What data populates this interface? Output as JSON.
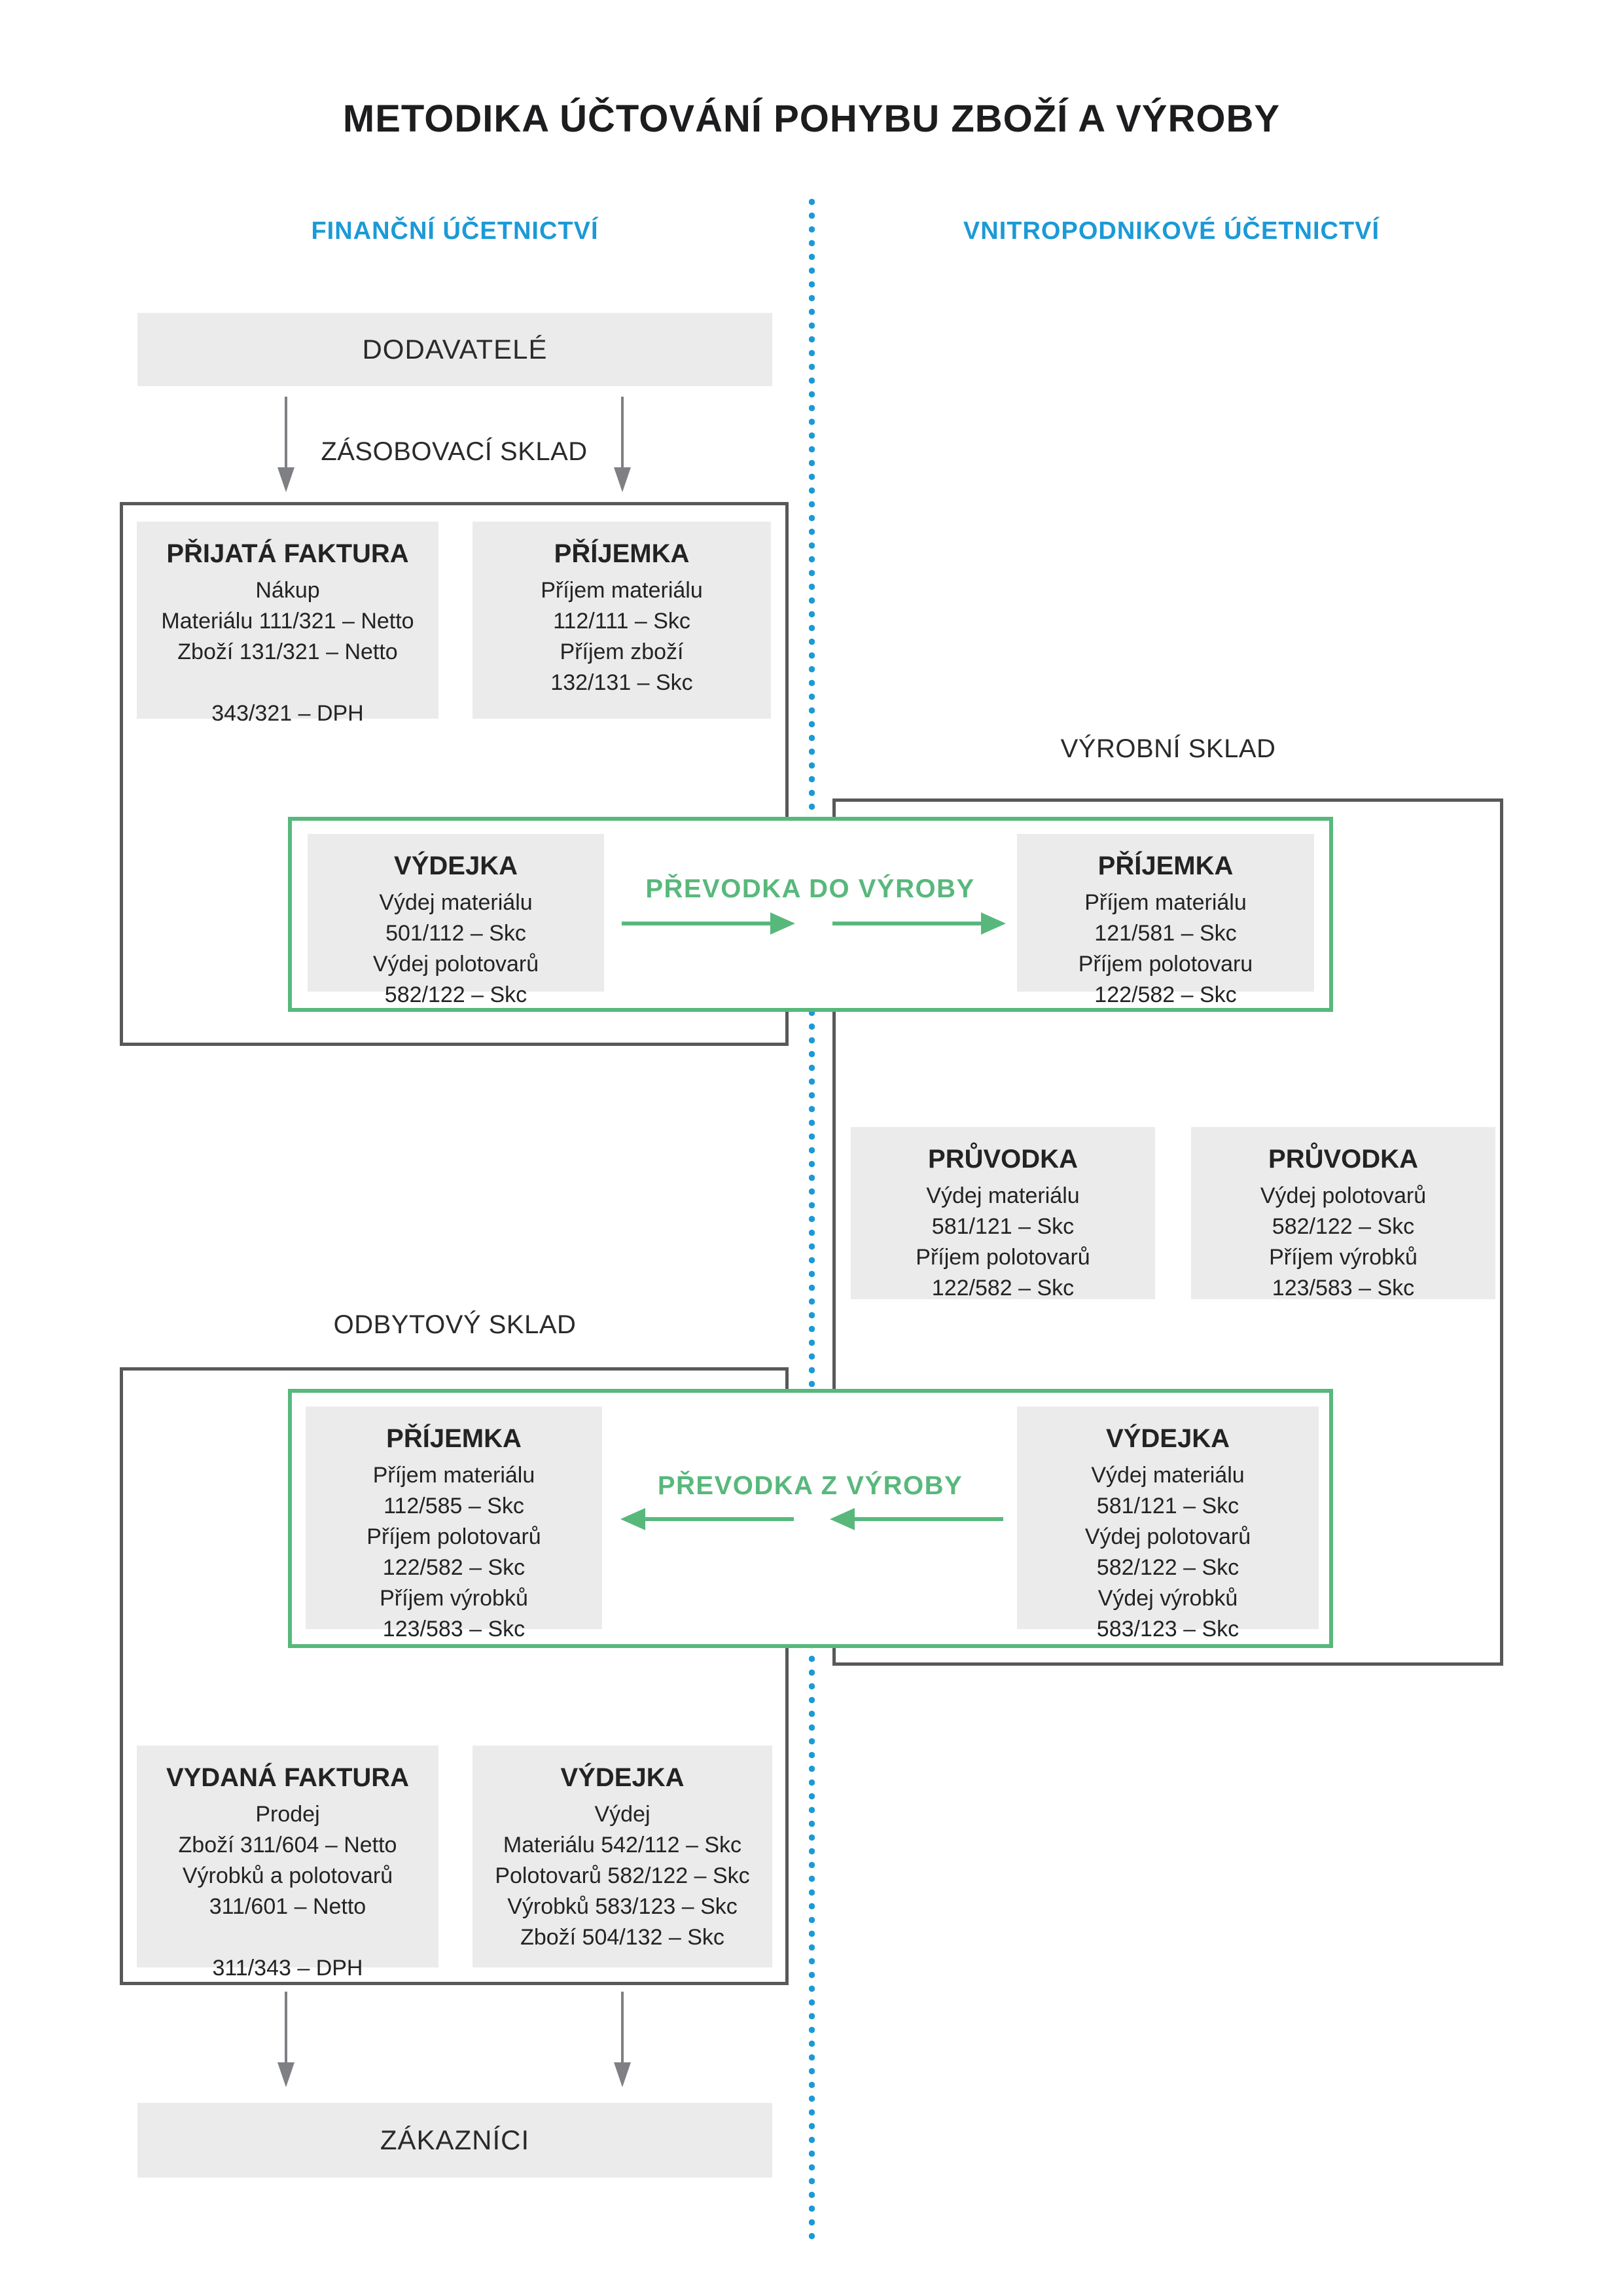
{
  "title": "METODIKA ÚČTOVÁNÍ POHYBU ZBOŽÍ A VÝROBY",
  "columns": {
    "left": "FINANČNÍ ÚČETNICTVÍ",
    "right": "VNITROPODNIKOVÉ ÚČETNICTVÍ"
  },
  "labels": {
    "dodavatele": "DODAVATELÉ",
    "zasobovaci_sklad": "ZÁSOBOVACÍ SKLAD",
    "vyrobni_sklad": "VÝROBNÍ SKLAD",
    "odbytovy_sklad": "ODBYTOVÝ SKLAD",
    "prevodka_do_vyroby": "PŘEVODKA DO VÝROBY",
    "prevodka_z_vyroby": "PŘEVODKA Z VÝROBY",
    "zakaznici": "ZÁKAZNÍCI"
  },
  "boxes": {
    "prijata_faktura": {
      "title": "PŘIJATÁ FAKTURA",
      "lines": [
        "Nákup",
        "Materiálu 111/321 – Netto",
        "Zboží 131/321 – Netto",
        "",
        "343/321 – DPH"
      ]
    },
    "prijemka_zasobovaci": {
      "title": "PŘÍJEMKA",
      "lines": [
        "Příjem materiálu",
        "112/111 – Skc",
        "Příjem zboží",
        "132/131 – Skc"
      ]
    },
    "vydejka_do_vyroby": {
      "title": "VÝDEJKA",
      "lines": [
        "Výdej materiálu",
        "501/112 – Skc",
        "Výdej polotovarů",
        "582/122 – Skc"
      ]
    },
    "prijemka_vyrobni": {
      "title": "PŘÍJEMKA",
      "lines": [
        "Příjem materiálu",
        "121/581 – Skc",
        "Příjem polotovaru",
        "122/582 – Skc"
      ]
    },
    "pruvodka_1": {
      "title": "PRŮVODKA",
      "lines": [
        "Výdej materiálu",
        "581/121 – Skc",
        "Příjem polotovarů",
        "122/582 – Skc"
      ]
    },
    "pruvodka_2": {
      "title": "PRŮVODKA",
      "lines": [
        "Výdej polotovarů",
        "582/122 – Skc",
        "Příjem výrobků",
        "123/583 – Skc"
      ]
    },
    "prijemka_odbytovy": {
      "title": "PŘÍJEMKA",
      "lines": [
        "Příjem materiálu",
        "112/585 – Skc",
        "Příjem polotovarů",
        "122/582 – Skc",
        "Příjem výrobků",
        "123/583 – Skc"
      ]
    },
    "vydejka_z_vyroby": {
      "title": "VÝDEJKA",
      "lines": [
        "Výdej materiálu",
        "581/121 – Skc",
        "Výdej polotovarů",
        "582/122 – Skc",
        "Výdej výrobků",
        "583/123 – Skc"
      ]
    },
    "vydana_faktura": {
      "title": "VYDANÁ FAKTURA",
      "lines": [
        "Prodej",
        "Zboží 311/604 – Netto",
        "Výrobků a polotovarů",
        "311/601 – Netto",
        "",
        "311/343 – DPH"
      ]
    },
    "vydejka_prodej": {
      "title": "VÝDEJKA",
      "lines": [
        "Výdej",
        "Materiálu 542/112 – Skc",
        "Polotovarů 582/122 – Skc",
        "Výrobků 583/123 – Skc",
        "Zboží 504/132 – Skc"
      ]
    }
  },
  "colors": {
    "blue": "#1B9AD7",
    "green": "#58B87C",
    "box_fill": "#EBEBEB",
    "frame_gray": "#57585A",
    "arrow_gray": "#7E8083",
    "text": "#232323"
  }
}
